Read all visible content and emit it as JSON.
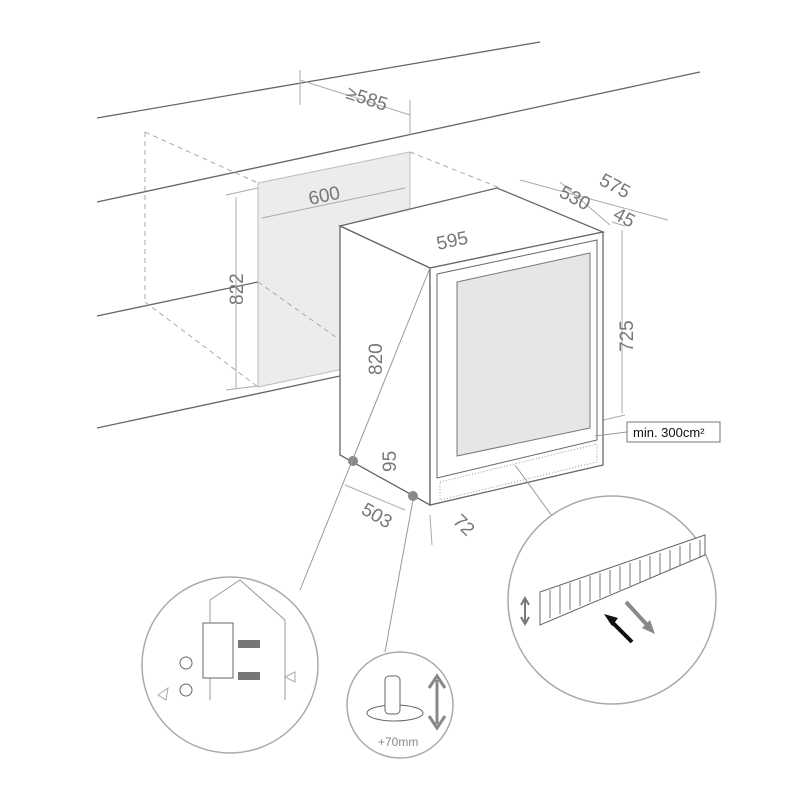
{
  "title": "Built-in installation dimensions",
  "dimensions": {
    "niche_depth": "≥585",
    "niche_width": "600",
    "niche_height": "822",
    "appliance_width": "595",
    "appliance_height": "820",
    "depth_total": "575",
    "depth_body": "530",
    "door_depth": "45",
    "door_height": "725",
    "plinth_height": "95",
    "feet_depth": "503",
    "plinth_depth": "72"
  },
  "ventilation_label": "min. 300cm²",
  "foot_adjustment_label": "+70mm"
}
